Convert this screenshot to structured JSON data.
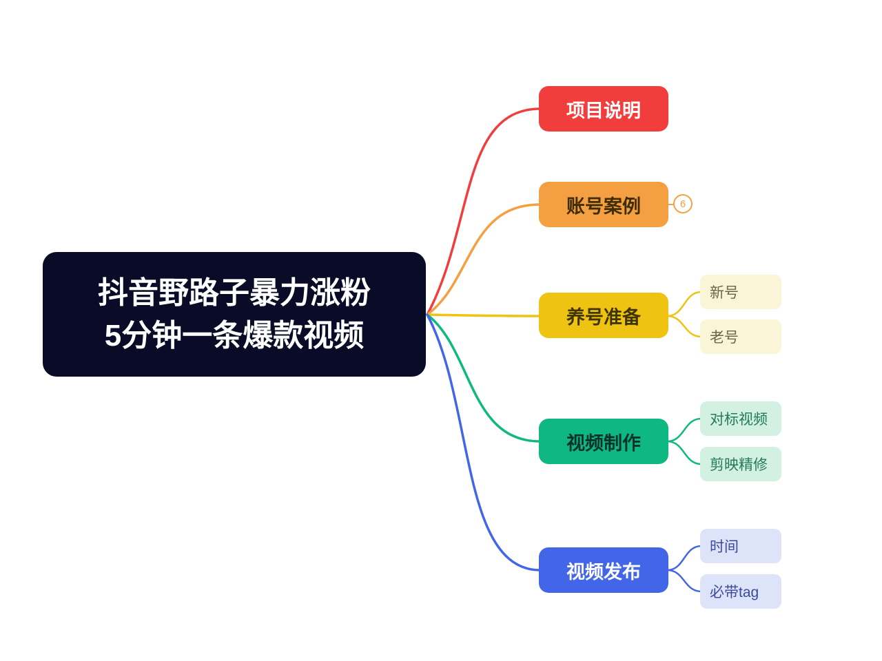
{
  "root": {
    "title_line1": "抖音野路子暴力涨粉",
    "title_line2": "5分钟一条爆款视频",
    "bg": "#0a0b26",
    "text_color": "#ffffff"
  },
  "branches": [
    {
      "id": "project-description",
      "label": "项目说明",
      "color": "#f23d3d",
      "text_color": "#ffffff"
    },
    {
      "id": "account-cases",
      "label": "账号案例",
      "color": "#f59f43",
      "text_color": "#3f2d05",
      "badge": "6"
    },
    {
      "id": "account-prep",
      "label": "养号准备",
      "color": "#efc312",
      "text_color": "#3e3503",
      "child_bg": "#faf5d7",
      "child_text": "#6b6647",
      "children": [
        {
          "label": "新号"
        },
        {
          "label": "老号"
        }
      ]
    },
    {
      "id": "video-production",
      "label": "视频制作",
      "color": "#0fb881",
      "text_color": "#07332a",
      "child_bg": "#d2f1e2",
      "child_text": "#23795d",
      "children": [
        {
          "label": "对标视频"
        },
        {
          "label": "剪映精修"
        }
      ]
    },
    {
      "id": "video-publishing",
      "label": "视频发布",
      "color": "#4366e8",
      "text_color": "#ffffff",
      "child_bg": "#dde3f9",
      "child_text": "#3b4a9a",
      "children": [
        {
          "label": "时间"
        },
        {
          "label": "必带tag"
        }
      ]
    }
  ]
}
